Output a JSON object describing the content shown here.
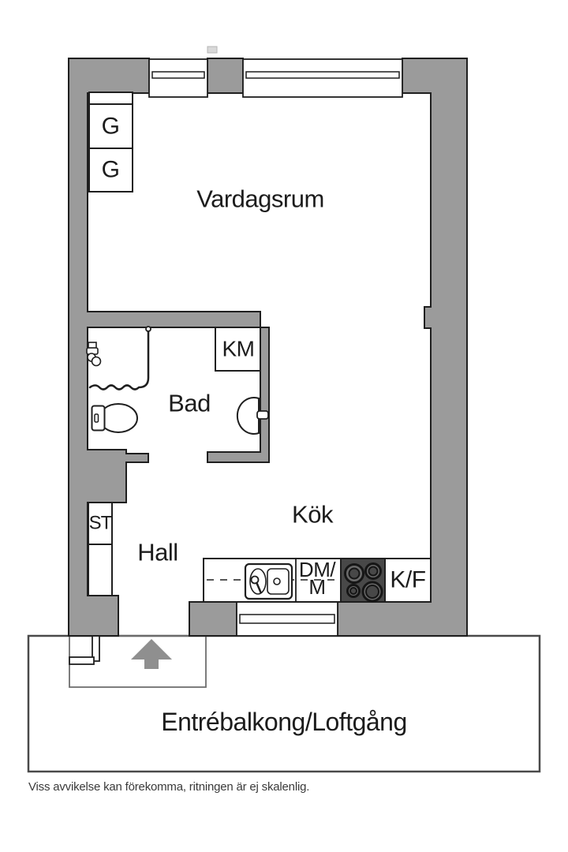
{
  "plan": {
    "labels": {
      "living_room": "Vardagsrum",
      "bathroom": "Bad",
      "kitchen": "Kök",
      "hall": "Hall",
      "balcony": "Entrébalkong/Loftgång",
      "wardrobe_1": "G",
      "wardrobe_2": "G",
      "washing_machine": "KM",
      "cleaning_closet": "ST",
      "dishwasher_line_1": "DM/",
      "dishwasher_line_2": "M",
      "fridge_freezer": "K/F"
    },
    "disclaimer": "Viss avvikelse kan förekomma, ritningen är ej skalenlig.",
    "icons": [
      "shower-mixer-icon",
      "shower-curtain-icon",
      "toilet-icon",
      "washbasin-icon",
      "kitchen-sink-icon",
      "stove-icon",
      "window-icon",
      "entry-door-icon",
      "entry-arrow-icon"
    ],
    "colors": {
      "wall": "#9b9b9b",
      "outline": "#1f1f1f",
      "stove": "#484848",
      "burner_ring": "#6b6b6b",
      "burner_center": "#484848",
      "arrow": "#8f8f8f",
      "balcony_border": "#4a4a4a",
      "label_text": "#1c1c1c",
      "disclaimer_text": "#3a3a3a"
    }
  }
}
